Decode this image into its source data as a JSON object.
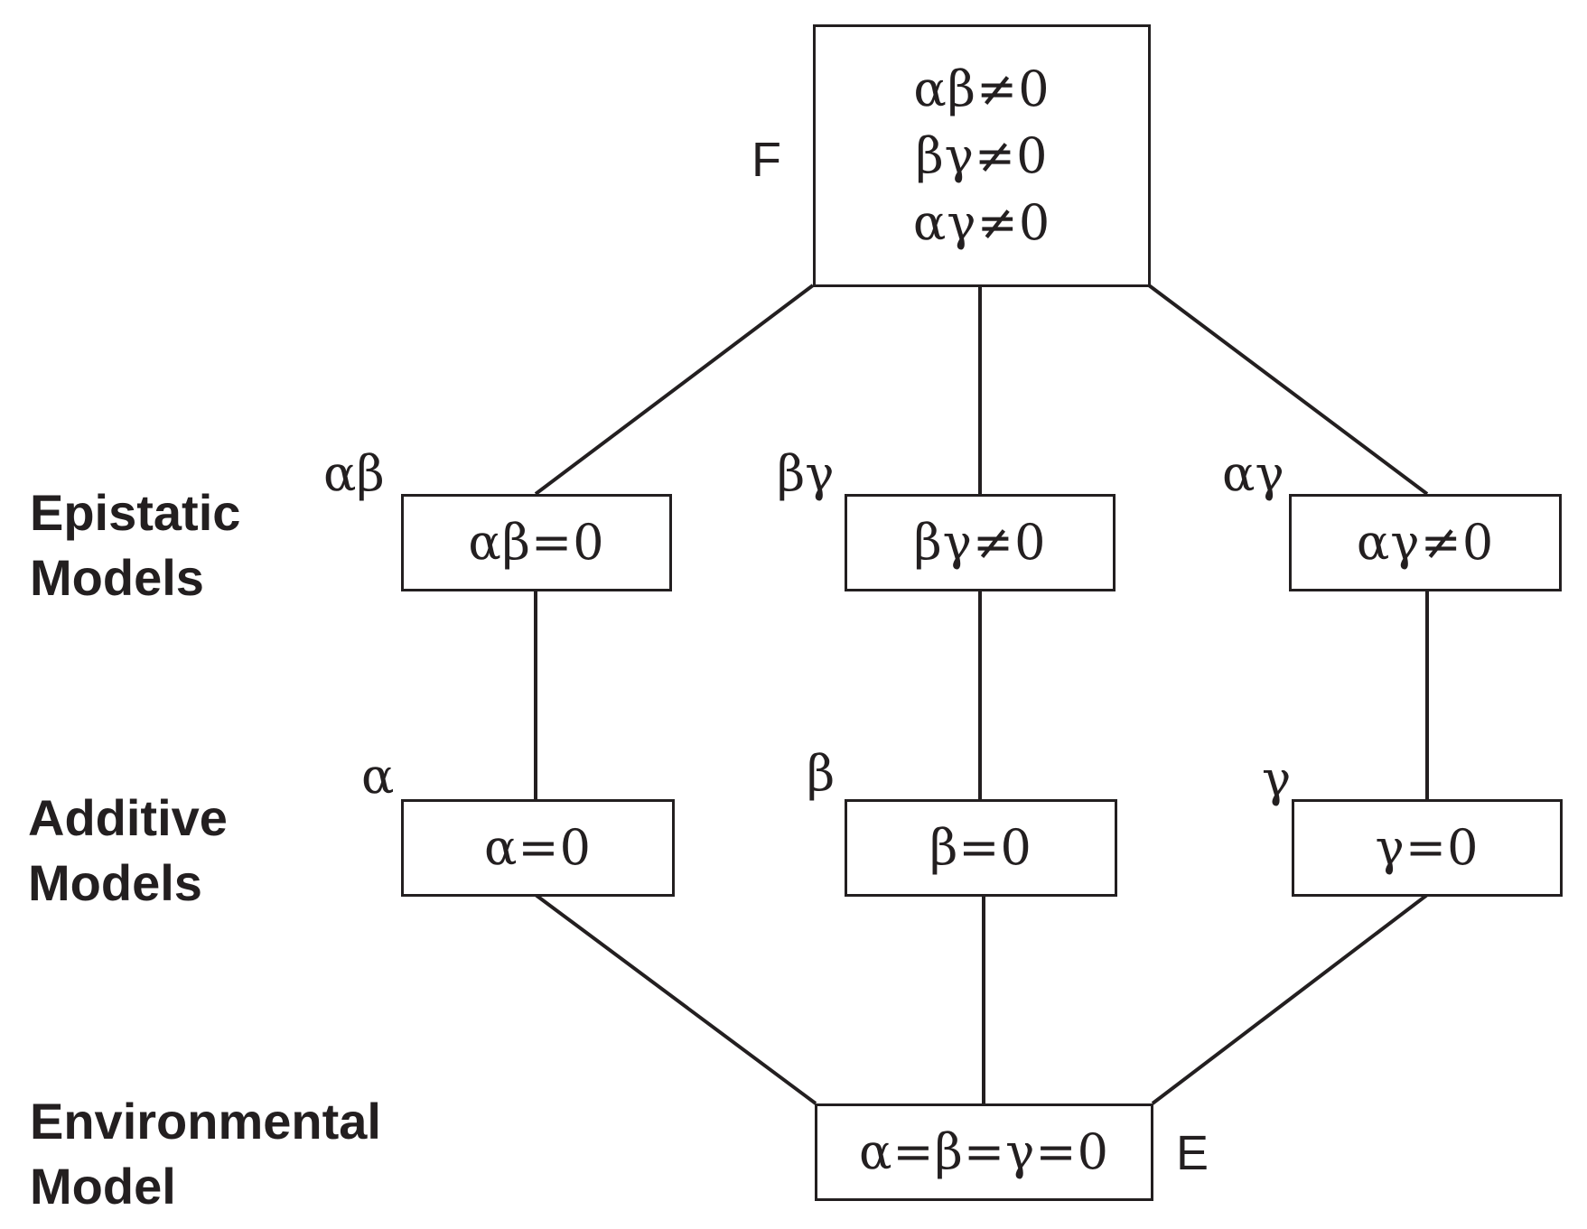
{
  "top": {
    "label": "F",
    "lines": [
      "αβ≠0",
      "βγ≠0",
      "αγ≠0"
    ]
  },
  "epistatic": {
    "group_line1": "Epistatic",
    "group_line2": "Models",
    "boxes": [
      {
        "label": "αβ",
        "equation": "αβ=0"
      },
      {
        "label": "βγ",
        "equation": "βγ≠0"
      },
      {
        "label": "αγ",
        "equation": "αγ≠0"
      }
    ]
  },
  "additive": {
    "group_line1": "Additive",
    "group_line2": "Models",
    "boxes": [
      {
        "label": "α",
        "equation": "α=0"
      },
      {
        "label": "β",
        "equation": "β=0"
      },
      {
        "label": "γ",
        "equation": "γ=0"
      }
    ]
  },
  "environmental": {
    "group_line1": "Environmental",
    "group_line2": "Model",
    "label": "E",
    "equation": "α=β=γ=0"
  },
  "colors": {
    "stroke": "#231f20",
    "background": "#ffffff"
  }
}
